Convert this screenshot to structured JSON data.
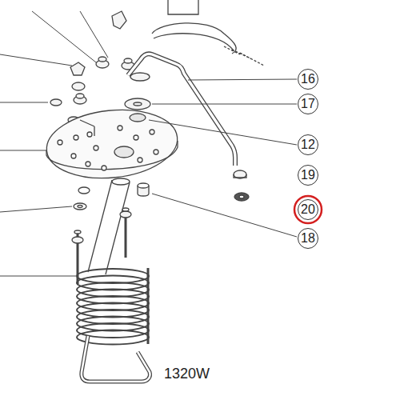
{
  "diagram": {
    "nodes": [
      {
        "text": [
          "16"
        ]
      },
      {
        "text": [
          "17"
        ]
      },
      {
        "text": [
          "12"
        ]
      },
      {
        "text": [
          "19"
        ]
      },
      {
        "text": [
          "20"
        ]
      },
      {
        "text": [
          "18"
        ]
      }
    ],
    "labels": [
      "1320W"
    ]
  }
}
